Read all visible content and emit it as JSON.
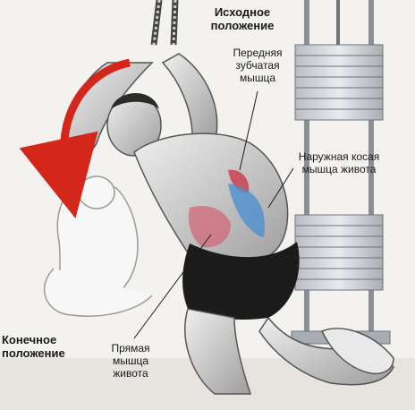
{
  "labels": {
    "start_position": [
      "Исходное",
      "положение"
    ],
    "end_position": [
      "Конечное",
      "положение"
    ],
    "serratus": [
      "Передняя",
      "зубчатая",
      "мышца"
    ],
    "external_oblique": [
      "Наружная косая",
      "мышца живота"
    ],
    "rectus": [
      "Прямая",
      "мышца",
      "живота"
    ]
  },
  "colors": {
    "arrow": "#d4271b",
    "serratus_highlight": "#c93a4a",
    "oblique_highlight": "#4f8fd0",
    "rectus_highlight": "#d06a7a",
    "machine": "#cfd3d8",
    "skin": "#d9d9d9",
    "shorts": "#1c1c1c"
  }
}
